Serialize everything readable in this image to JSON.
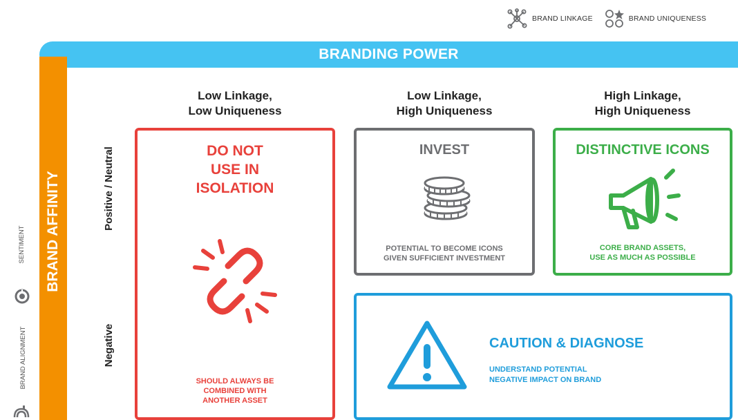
{
  "legend": {
    "linkage_label": "BRAND LINKAGE",
    "uniqueness_label": "BRAND UNIQUENESS"
  },
  "banner": {
    "title": "BRANDING POWER"
  },
  "affinity": {
    "title": "BRAND AFFINITY"
  },
  "side_legend": {
    "sentiment_label": "SENTIMENT",
    "alignment_label": "BRAND ALIGNMENT"
  },
  "rows": {
    "top": "Positive / Neutral",
    "bottom": "Negative"
  },
  "columns": [
    {
      "line1": "Low Linkage,",
      "line2": "Low Uniqueness"
    },
    {
      "line1": "Low Linkage,",
      "line2": "High Uniqueness"
    },
    {
      "line1": "High Linkage,",
      "line2": "High Uniqueness"
    }
  ],
  "boxes": {
    "do_not_use": {
      "title_lines": [
        "DO NOT",
        "USE IN",
        "ISOLATION"
      ],
      "desc_lines": [
        "SHOULD ALWAYS BE",
        "COMBINED WITH",
        "ANOTHER ASSET"
      ],
      "color": "#e8413b",
      "icon": "broken-link-icon"
    },
    "invest": {
      "title": "INVEST",
      "desc_lines": [
        "POTENTIAL TO BECOME ICONS",
        "GIVEN SUFFICIENT INVESTMENT"
      ],
      "color": "#6d6e71",
      "icon": "coin-stack-icon"
    },
    "distinctive": {
      "title": "DISTINCTIVE ICONS",
      "desc_lines": [
        "CORE BRAND ASSETS,",
        "USE AS MUCH AS POSSIBLE"
      ],
      "color": "#3cae49",
      "icon": "megaphone-icon"
    },
    "caution": {
      "title": "CAUTION & DIAGNOSE",
      "desc_lines": [
        "UNDERSTAND POTENTIAL",
        "NEGATIVE IMPACT ON BRAND"
      ],
      "color": "#1f9ddb",
      "icon": "warning-triangle-icon"
    }
  },
  "colors": {
    "banner": "#45c3f2",
    "affinity_bar": "#f39000",
    "red": "#e8413b",
    "grey": "#6d6e71",
    "green": "#3cae49",
    "blue": "#1f9ddb"
  }
}
